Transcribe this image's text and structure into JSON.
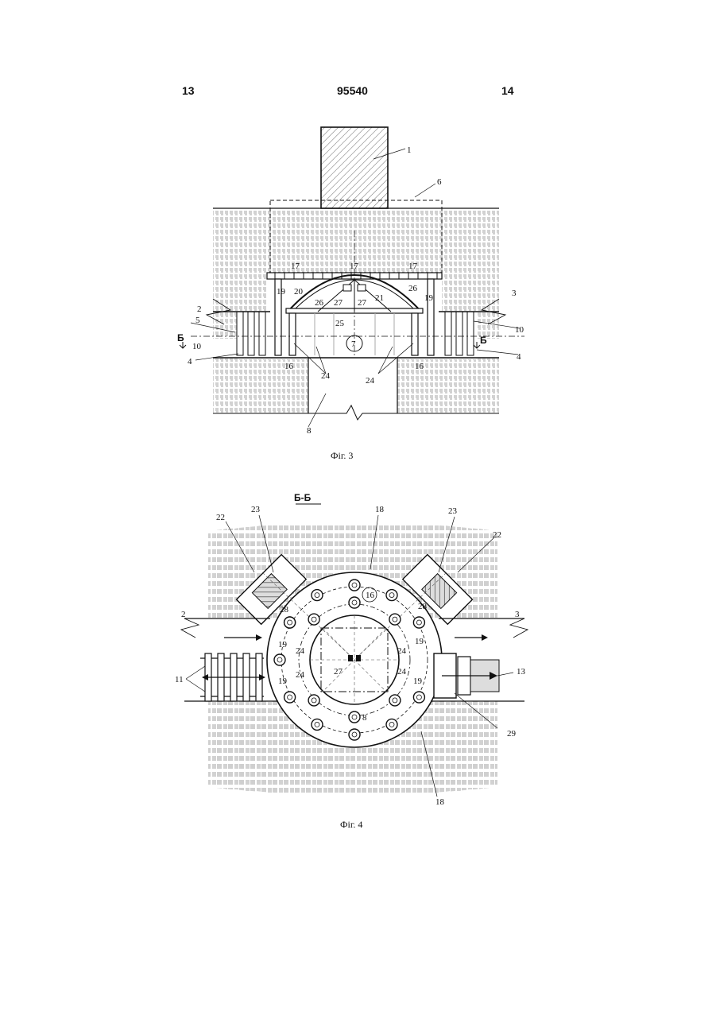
{
  "header": {
    "page_left": "13",
    "patent_number": "95540",
    "page_right": "14"
  },
  "fig3": {
    "caption": "Фіг. 3",
    "labels": {
      "l1": "1",
      "l2": "2",
      "l3": "3",
      "l4a": "4",
      "l4b": "4",
      "l5": "5",
      "l6": "6",
      "l7": "7",
      "l8": "8",
      "l10a": "10",
      "l10b": "10",
      "l16a": "16",
      "l16b": "16",
      "l17a": "17",
      "l17b": "17",
      "l17c": "17",
      "l19a": "19",
      "l19b": "19",
      "l20": "20",
      "l21": "21",
      "l24a": "24",
      "l24b": "24",
      "l25": "25",
      "l26a": "26",
      "l26b": "26",
      "l27a": "27",
      "l27b": "27",
      "sectionA": "Б",
      "sectionB": "Б"
    }
  },
  "fig4": {
    "caption": "Фіг. 4",
    "section_title": "Б-Б",
    "labels": {
      "l2": "2",
      "l3": "3",
      "l8": "8",
      "l11": "11",
      "l13": "13",
      "l16": "16",
      "l18a": "18",
      "l18b": "18",
      "l19a": "19",
      "l19b": "19",
      "l19c": "19",
      "l19d": "19",
      "l22a": "22",
      "l22b": "22",
      "l23a": "23",
      "l23b": "23",
      "l24a": "24",
      "l24b": "24",
      "l24c": "24",
      "l24d": "24",
      "l27": "27",
      "l28a": "28",
      "l28b": "28",
      "l29": "29"
    }
  }
}
